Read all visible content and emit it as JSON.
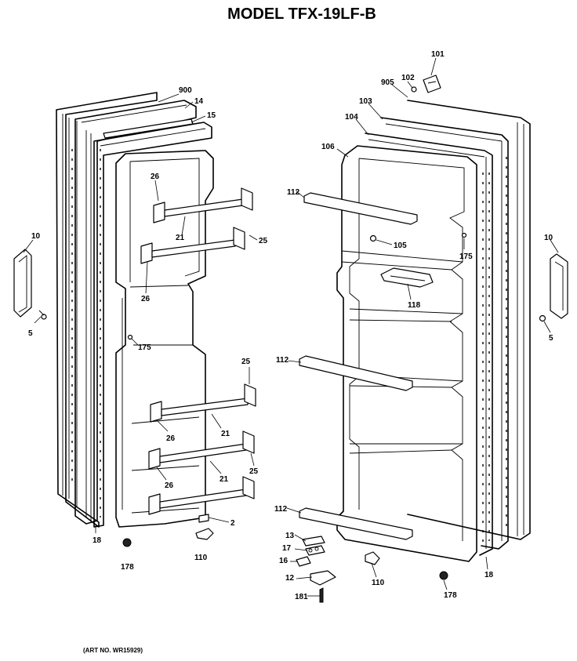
{
  "title": "MODEL TFX-19LF-B",
  "footer": "(ART NO. WR15929)",
  "left_door_labels": [
    {
      "key": "p900",
      "text": "900"
    },
    {
      "key": "p14",
      "text": "14"
    },
    {
      "key": "p15",
      "text": "15"
    },
    {
      "key": "p26a",
      "text": "26"
    },
    {
      "key": "p21a",
      "text": "21"
    },
    {
      "key": "p25a",
      "text": "25"
    },
    {
      "key": "p26b",
      "text": "26"
    },
    {
      "key": "p10",
      "text": "10"
    },
    {
      "key": "p5",
      "text": "5"
    },
    {
      "key": "p175",
      "text": "175"
    },
    {
      "key": "p25b",
      "text": "25"
    },
    {
      "key": "p26c",
      "text": "26"
    },
    {
      "key": "p21b",
      "text": "21"
    },
    {
      "key": "p25c",
      "text": "25"
    },
    {
      "key": "p26d",
      "text": "26"
    },
    {
      "key": "p21c",
      "text": "21"
    },
    {
      "key": "p2",
      "text": "2"
    },
    {
      "key": "p18",
      "text": "18"
    },
    {
      "key": "p178",
      "text": "178"
    },
    {
      "key": "p110",
      "text": "110"
    }
  ],
  "right_door_labels": [
    {
      "key": "p101",
      "text": "101"
    },
    {
      "key": "p102",
      "text": "102"
    },
    {
      "key": "p905",
      "text": "905"
    },
    {
      "key": "p103",
      "text": "103"
    },
    {
      "key": "p104",
      "text": "104"
    },
    {
      "key": "p106",
      "text": "106"
    },
    {
      "key": "p112a",
      "text": "112"
    },
    {
      "key": "p105",
      "text": "105"
    },
    {
      "key": "p175",
      "text": "175"
    },
    {
      "key": "p10",
      "text": "10"
    },
    {
      "key": "p118",
      "text": "118"
    },
    {
      "key": "p5",
      "text": "5"
    },
    {
      "key": "p112b",
      "text": "112"
    },
    {
      "key": "p112c",
      "text": "112"
    },
    {
      "key": "p13",
      "text": "13"
    },
    {
      "key": "p17",
      "text": "17"
    },
    {
      "key": "p16",
      "text": "16"
    },
    {
      "key": "p12",
      "text": "12"
    },
    {
      "key": "p181",
      "text": "181"
    },
    {
      "key": "p110",
      "text": "110"
    },
    {
      "key": "p178",
      "text": "178"
    },
    {
      "key": "p18",
      "text": "18"
    }
  ]
}
